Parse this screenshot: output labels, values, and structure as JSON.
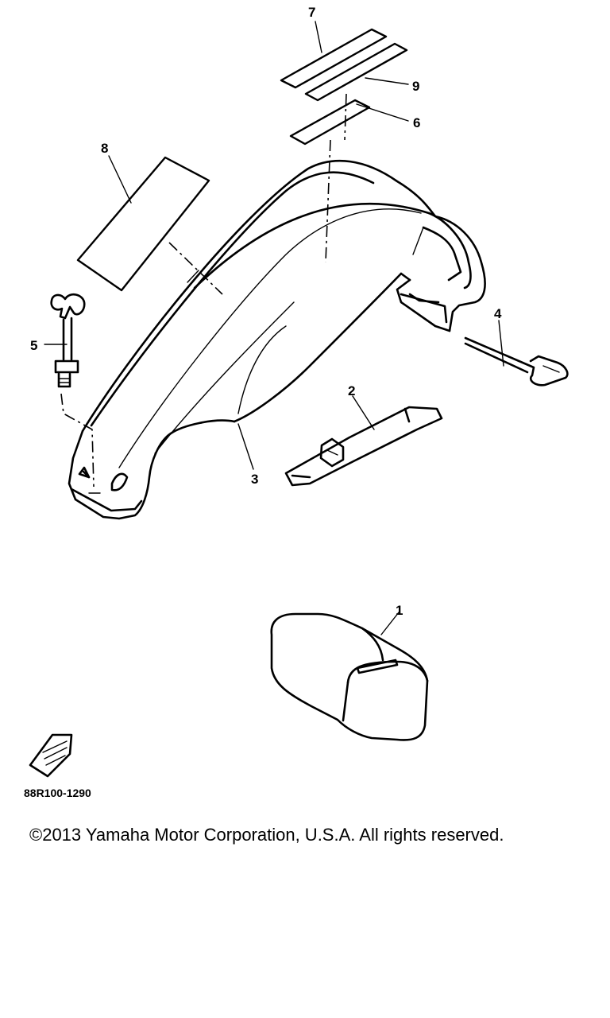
{
  "diagram": {
    "drawing_code": "88R100-1290",
    "callouts": [
      "1",
      "2",
      "3",
      "4",
      "5",
      "6",
      "7",
      "8",
      "9"
    ]
  },
  "footer": {
    "copyright": "©2013 Yamaha Motor Corporation, U.S.A. All rights reserved."
  }
}
